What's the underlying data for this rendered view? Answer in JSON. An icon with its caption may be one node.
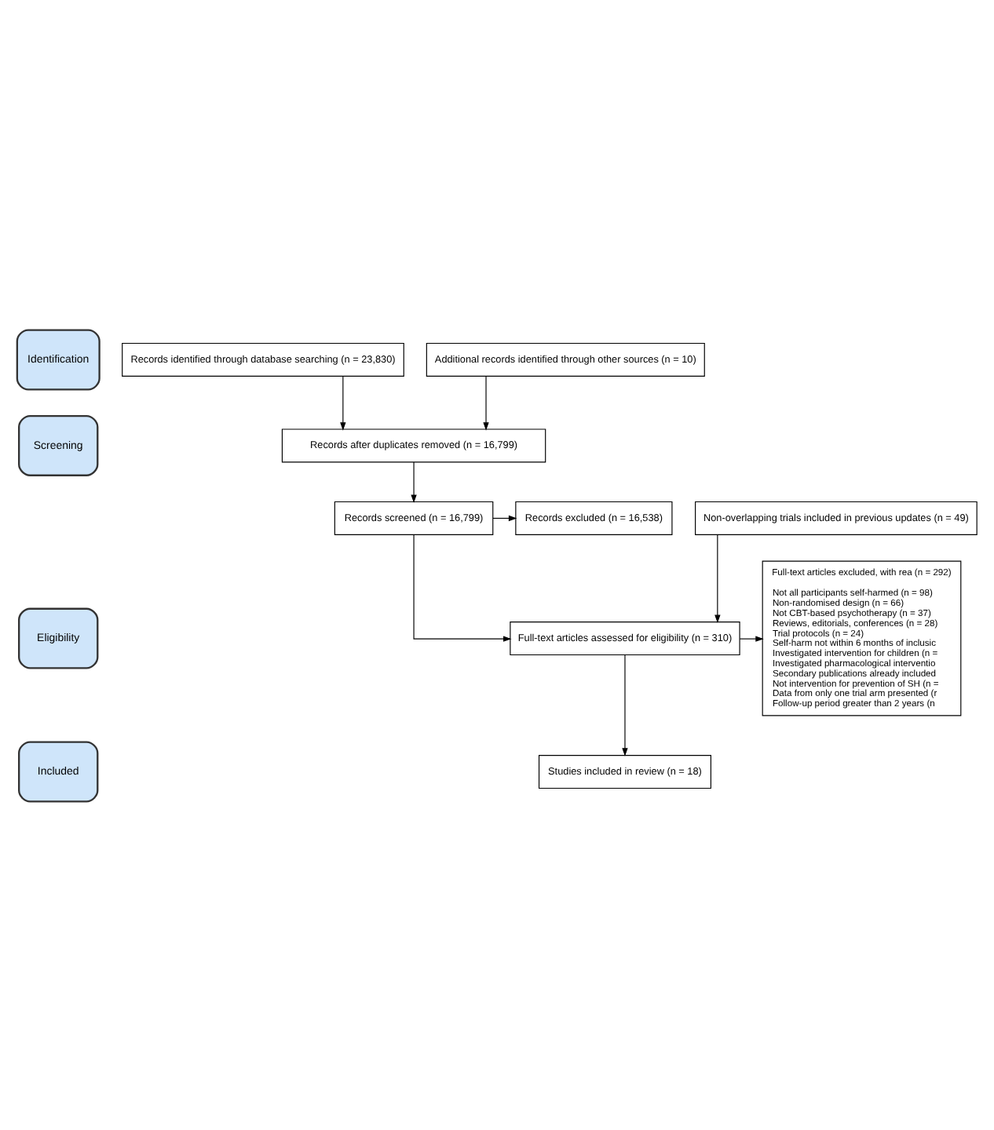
{
  "diagram": {
    "nodes": [
      {
        "text": [
          "Identification"
        ]
      },
      {
        "text": [
          "Records identified through database searching (n = 23,830)"
        ]
      },
      {
        "text": [
          "Additional records identified through other sources (n = 10)"
        ]
      },
      {
        "text": [
          "Screening"
        ]
      },
      {
        "text": [
          "Records after duplicates removed (n = 16,799)"
        ]
      },
      {
        "text": [
          "Records screened (n = 16,799)"
        ]
      },
      {
        "text": [
          "Records excluded (n = 16,538)"
        ]
      },
      {
        "text": [
          "Eligibility"
        ]
      },
      {
        "text": [
          "Non-overlapping trials included in previous updates (n = 49)"
        ]
      },
      {
        "text": [
          "Full-text articles assessed for eligibility (n = 310)"
        ]
      },
      {
        "text": [
          "Full-text articles excluded, with rea (n = 292)",
          "Not all participants self-harmed (n = 98)",
          "Non-randomised design (n = 66)",
          "Not CBT-based psychotherapy (n = 37)",
          "Reviews, editorials, conferences (n = 28)",
          "Trial protocols (n = 24)",
          "Self-harm not within 6 months of inclusic",
          "Investigated intervention for children (n =",
          "Investigated pharmacological interventio",
          "Secondary publications already included",
          "Not intervention for prevention of SH (n =",
          "Data from only one trial arm presented (r",
          "Follow-up period greater than 2 years (n"
        ]
      },
      {
        "text": [
          "Included"
        ]
      },
      {
        "text": [
          "Studies included in review (n = 18)"
        ]
      }
    ],
    "edges": [
      {
        "from": 1,
        "to": 4,
        "arrow": "to"
      },
      {
        "from": 2,
        "to": 4,
        "arrow": "to"
      },
      {
        "from": 4,
        "to": 5,
        "arrow": "to"
      },
      {
        "from": 5,
        "to": 6,
        "arrow": "to"
      },
      {
        "from": 5,
        "to": 9,
        "arrow": "to"
      },
      {
        "from": 8,
        "to": 9,
        "arrow": "to"
      },
      {
        "from": 9,
        "to": 10,
        "arrow": "to"
      },
      {
        "from": 9,
        "to": 12,
        "arrow": "to"
      }
    ]
  }
}
